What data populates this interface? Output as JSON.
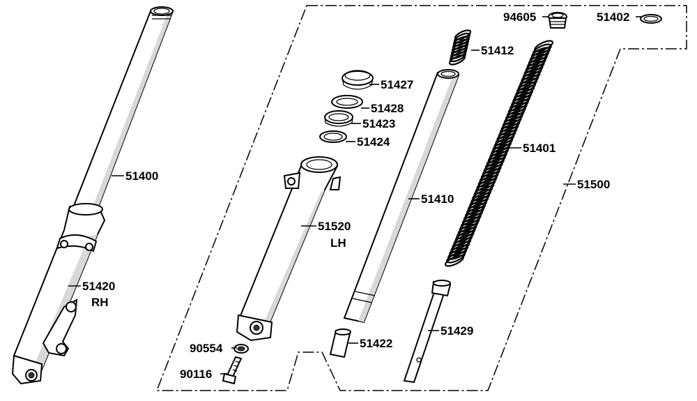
{
  "diagram": {
    "labels": {
      "p51400": "51400",
      "p51420": "51420",
      "p51420_side": "RH",
      "p51520": "51520",
      "p51520_side": "LH",
      "p51410": "51410",
      "p51401": "51401",
      "p51500": "51500",
      "p51427": "51427",
      "p51428": "51428",
      "p51423": "51423",
      "p51424": "51424",
      "p51412": "51412",
      "p94605": "94605",
      "p51402": "51402",
      "p51422": "51422",
      "p51429": "51429",
      "p90554": "90554",
      "p90116": "90116"
    }
  }
}
